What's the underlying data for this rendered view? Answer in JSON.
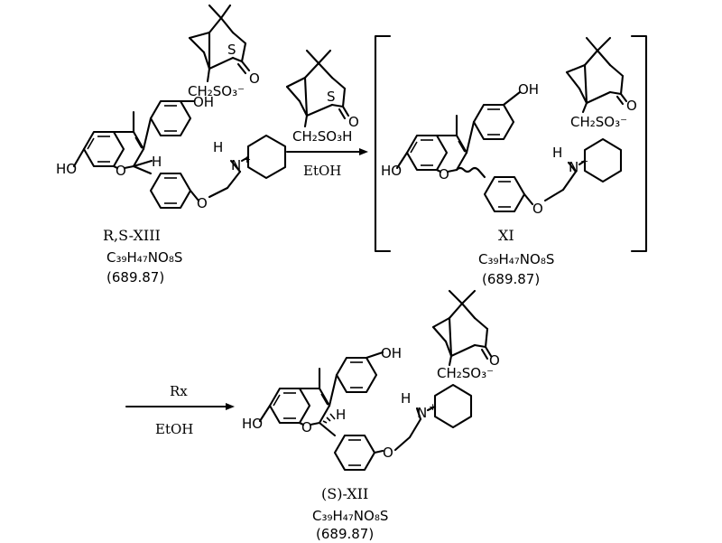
{
  "scheme": {
    "reagent_camphorsulfonic_acid": {
      "text": "CH₂SO₃H"
    },
    "conditions_step1": {
      "solvent": "EtOH"
    },
    "conditions_step2": {
      "reagent": "Rx",
      "solvent": "EtOH"
    },
    "compounds": [
      {
        "id": "R,S-XIII",
        "formula": "C₃₉H₄₇NO₈S",
        "mass": "(689.87)"
      },
      {
        "id": "XI",
        "formula": "C₃₉H₄₇NO₈S",
        "mass": "(689.87)"
      },
      {
        "id": "(S)-XII",
        "formula": "C₃₉H₄₇NO₈S",
        "mass": "(689.87)"
      }
    ],
    "atoms": {
      "camsylate": "CH₂SO₃⁻",
      "S": "S",
      "O": "O",
      "OH": "OH",
      "HO": "HO",
      "H": "H",
      "N": "N",
      "plus": "+"
    }
  }
}
